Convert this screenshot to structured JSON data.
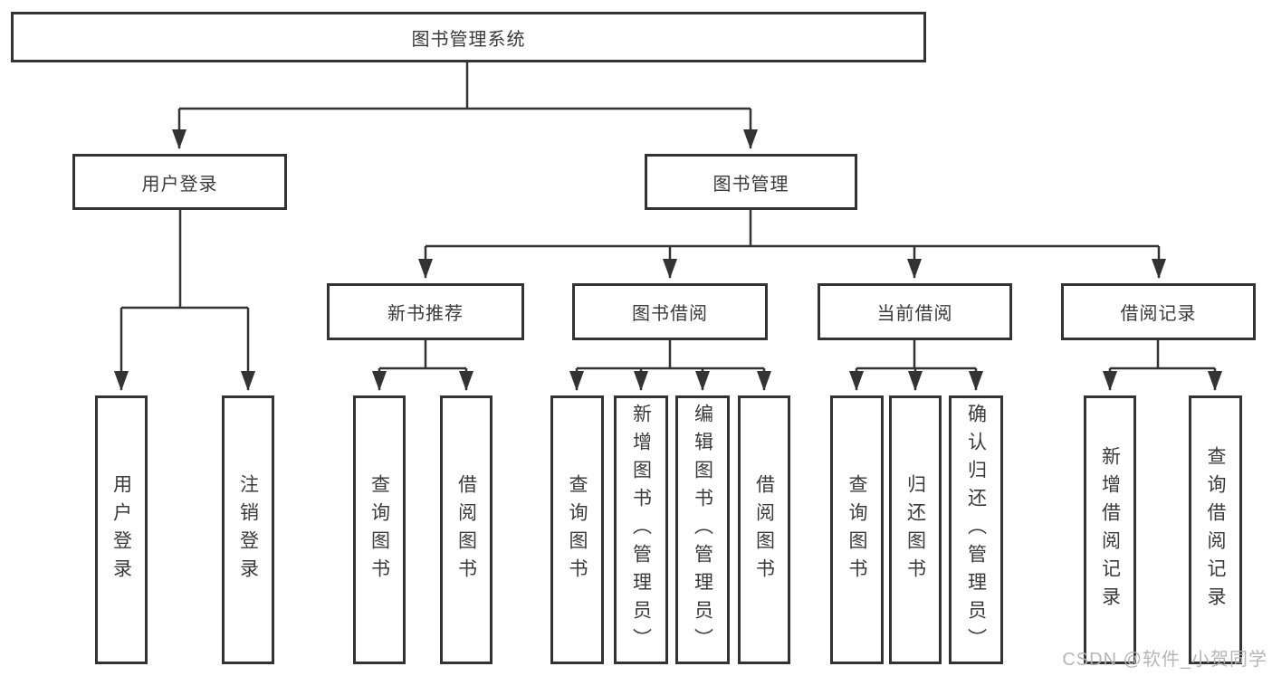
{
  "diagram": {
    "title_node": "图书管理系统",
    "root": "图书管理系统",
    "branches": [
      {
        "label": "用户登录",
        "children": [
          "用户登录",
          "注销登录"
        ]
      },
      {
        "label": "图书管理",
        "groups": [
          {
            "label": "新书推荐",
            "children": [
              "查询图书",
              "借阅图书"
            ]
          },
          {
            "label": "图书借阅",
            "children": [
              "查询图书",
              "新增图书（管理员）",
              "编辑图书（管理员）",
              "借阅图书"
            ]
          },
          {
            "label": "当前借阅",
            "children": [
              "查询图书",
              "归还图书",
              "确认归还（管理员）"
            ]
          },
          {
            "label": "借阅记录",
            "children": [
              "新增借阅记录",
              "查询借阅记录"
            ]
          }
        ]
      }
    ]
  },
  "watermark": "CSDN @软件_小贺同学",
  "colors": {
    "line": "#333333",
    "text": "#3a3a3a",
    "watermark": "#b2b2b2",
    "background": "#ffffff"
  }
}
